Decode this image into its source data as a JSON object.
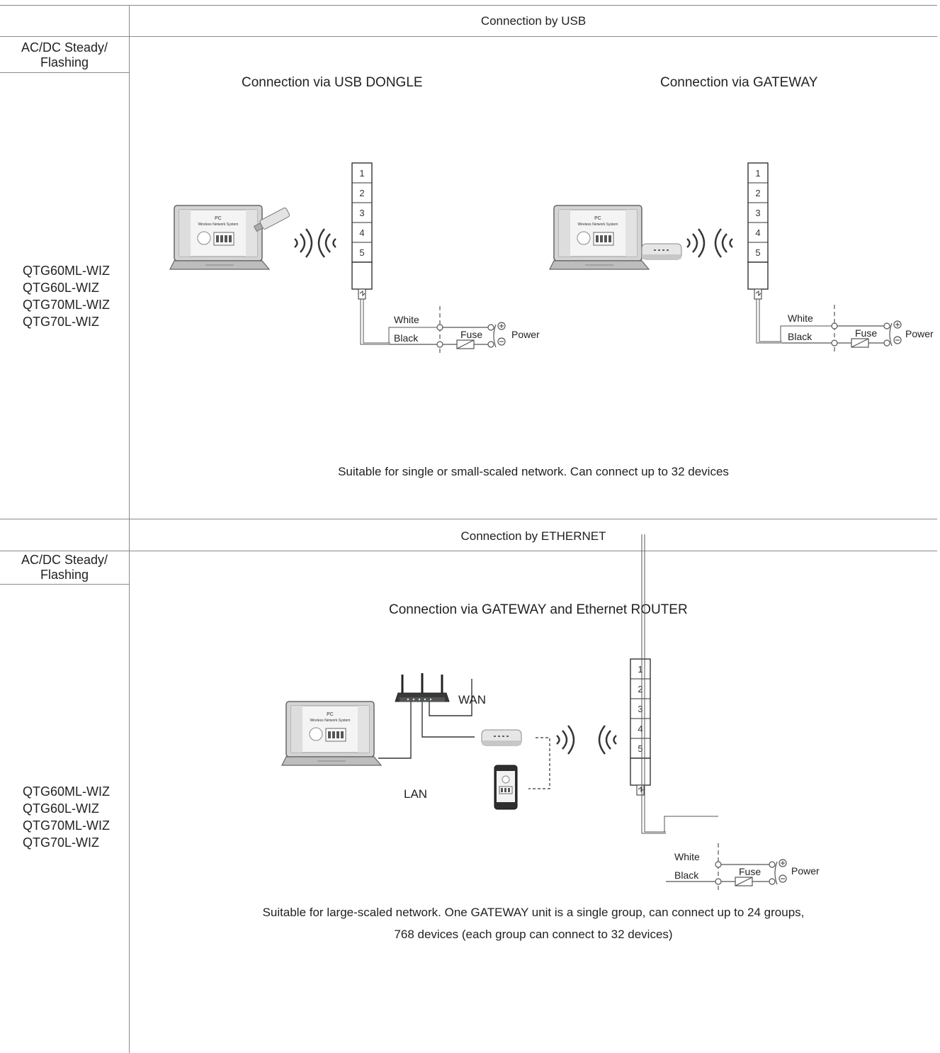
{
  "usb_section": {
    "header": "Connection by USB",
    "left_label_line1": "AC/DC Steady/",
    "left_label_line2": "Flashing",
    "models": [
      "QTG60ML-WIZ",
      "QTG60L-WIZ",
      "QTG70ML-WIZ",
      "QTG70L-WIZ"
    ],
    "dongle_title": "Connection via USB DONGLE",
    "gateway_title": "Connection via GATEWAY",
    "note": "Suitable for single or small-scaled network. Can connect up to 32 devices"
  },
  "ethernet_section": {
    "header": "Connection by ETHERNET",
    "left_label_line1": "AC/DC Steady/",
    "left_label_line2": "Flashing",
    "models": [
      "QTG60ML-WIZ",
      "QTG60L-WIZ",
      "QTG70ML-WIZ",
      "QTG70L-WIZ"
    ],
    "title": "Connection via GATEWAY and Ethernet ROUTER",
    "wan_label": "WAN",
    "lan_label": "LAN",
    "note_line1": "Suitable for large-scaled network. One GATEWAY unit is a single group, can connect up to 24 groups,",
    "note_line2": "768 devices (each group can connect to 32 devices)"
  },
  "tower": {
    "tiers": [
      "1",
      "2",
      "3",
      "4",
      "5"
    ]
  },
  "wiring": {
    "white": "White",
    "black": "Black",
    "fuse": "Fuse",
    "power": "Power"
  },
  "screen": {
    "line1": "PC",
    "line2": "Wireless Network System"
  },
  "colors": {
    "rule": "#8a8a8a",
    "device_body": "#c9c9c9",
    "device_dark": "#3a3a3a"
  }
}
